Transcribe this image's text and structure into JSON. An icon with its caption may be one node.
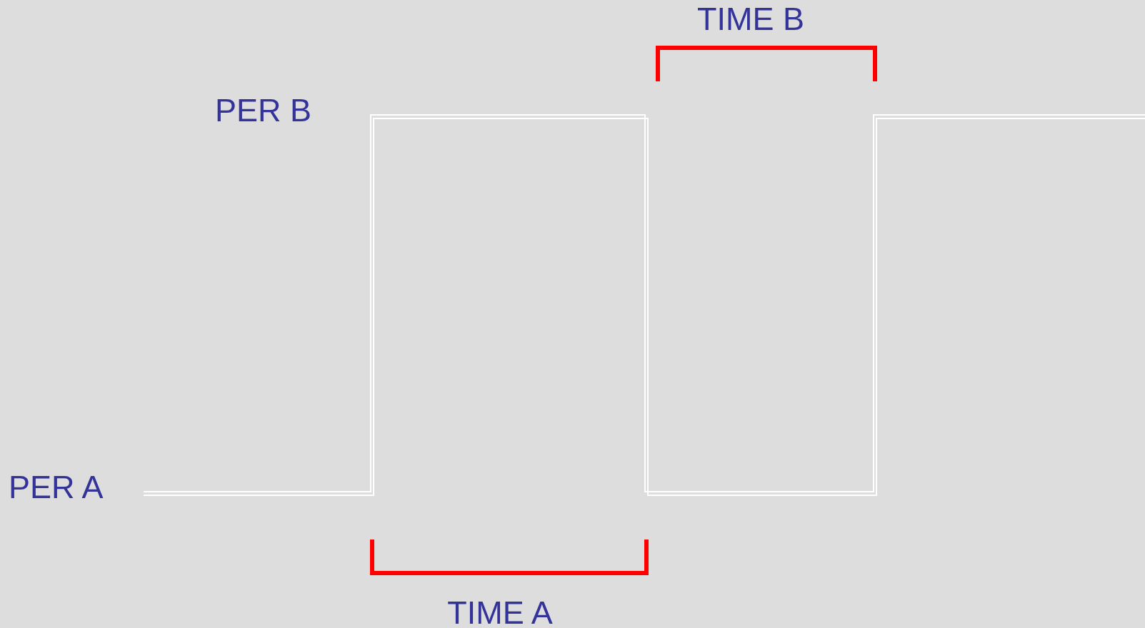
{
  "diagram": {
    "labels": [
      "TIME B",
      "PER B",
      "PER A",
      "TIME A"
    ]
  }
}
